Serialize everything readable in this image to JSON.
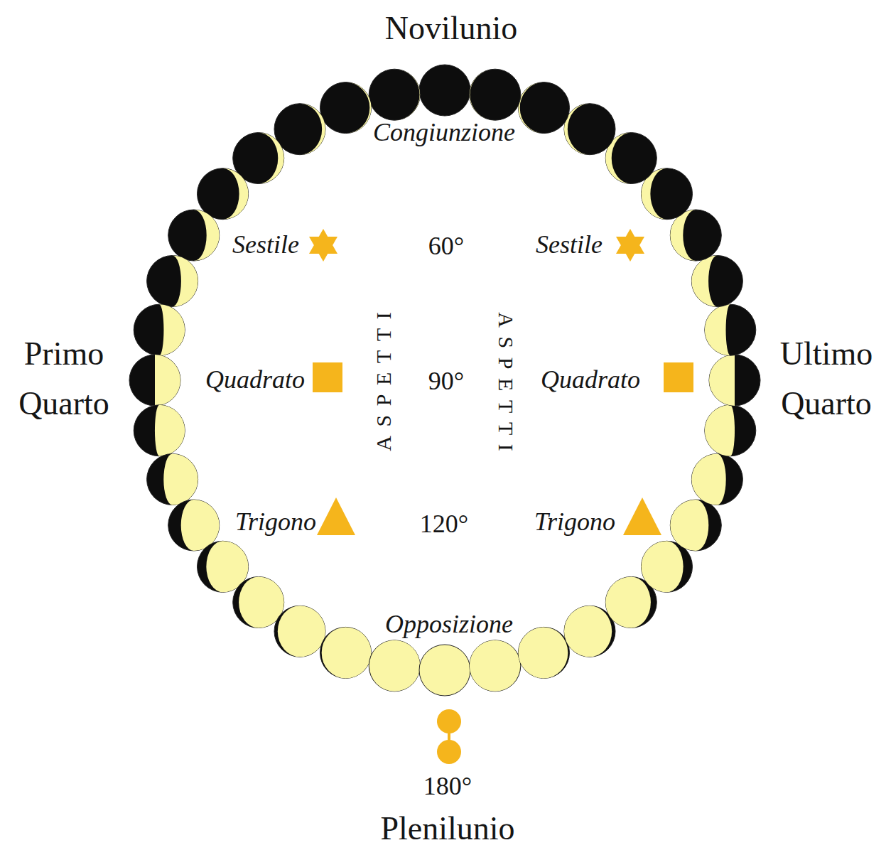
{
  "diagram": {
    "labels": [
      "Novilunio",
      "Congiunzione",
      "Sestile",
      "60°",
      "Sestile",
      "ASPETTI",
      "ASPETTI",
      "Primo Quarto",
      "Quadrato",
      "90°",
      "Quadrato",
      "Ultimo Quarto",
      "Trigono",
      "120°",
      "Trigono",
      "Opposizione",
      "180°",
      "Plenilunio"
    ]
  }
}
